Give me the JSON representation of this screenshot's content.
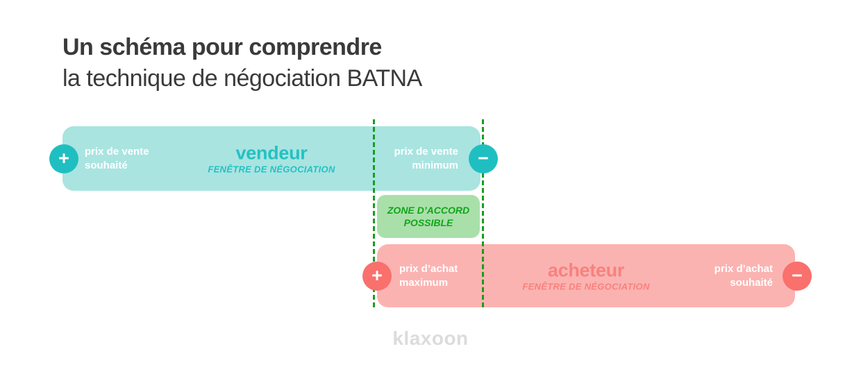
{
  "page": {
    "background_color": "#ffffff"
  },
  "title": {
    "line1": "Un schéma pour comprendre",
    "line2": "la technique de négociation BATNA",
    "color": "#3a3a3a"
  },
  "seller_bar": {
    "label": "vendeur",
    "sublabel": "FENÊTRE DE NÉGOCIATION",
    "bar_color": "#a9e4e1",
    "circle_color": "#1fbfc1",
    "label_color": "#24c1c2",
    "left_marker": {
      "sign": "+",
      "label_line1": "prix de vente",
      "label_line2": "souhaité"
    },
    "right_marker": {
      "sign": "−",
      "label_line1": "prix de vente",
      "label_line2": "minimum"
    }
  },
  "agreement_zone": {
    "label_line1": "ZONE D’ACCORD",
    "label_line2": "POSSIBLE",
    "bg_color": "#a9e0aa",
    "text_color": "#12a51a",
    "dash_line_color": "#179e1c"
  },
  "buyer_bar": {
    "label": "acheteur",
    "sublabel": "FENÊTRE DE NÉGOCIATION",
    "bar_color": "#fbb3b1",
    "circle_color": "#f9706d",
    "label_color": "#f8817e",
    "left_marker": {
      "sign": "+",
      "label_line1": "prix d’achat",
      "label_line2": "maximum"
    },
    "right_marker": {
      "sign": "−",
      "label_line1": "prix d’achat",
      "label_line2": "souhaité"
    }
  },
  "footer": {
    "logo_text": "klaxoon",
    "color": "#dcdcdc"
  }
}
